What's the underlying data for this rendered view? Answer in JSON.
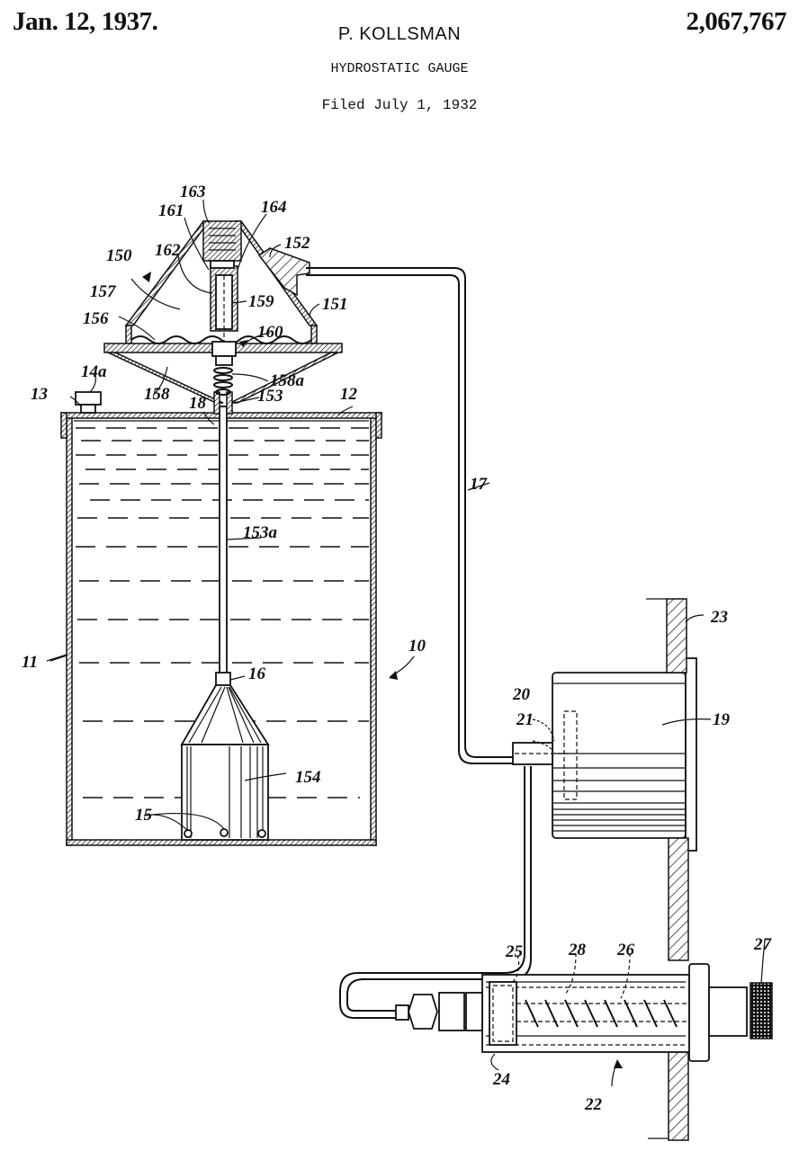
{
  "header": {
    "date": "Jan. 12, 1937.",
    "inventor": "P. KOLLSMAN",
    "patent_number": "2,067,767",
    "title": "HYDROSTATIC GAUGE",
    "filed": "Filed July 1, 1932"
  },
  "drawing": {
    "figure": "hydrostatic-gauge-assembly",
    "reference_numerals": {
      "r10": "10",
      "r11": "11",
      "r12": "12",
      "r13": "13",
      "r14a": "14a",
      "r15": "15",
      "r16": "16",
      "r17": "17",
      "r18": "18",
      "r19": "19",
      "r20": "20",
      "r21": "21",
      "r22": "22",
      "r23": "23",
      "r24": "24",
      "r25": "25",
      "r26": "26",
      "r27": "27",
      "r28": "28",
      "r150": "150",
      "r151": "151",
      "r152": "152",
      "r153": "153",
      "r153a": "153a",
      "r154": "154",
      "r156": "156",
      "r157": "157",
      "r158": "158",
      "r158a": "158a",
      "r159": "159",
      "r160": "160",
      "r161": "161",
      "r162": "162",
      "r163": "163",
      "r164": "164"
    }
  }
}
